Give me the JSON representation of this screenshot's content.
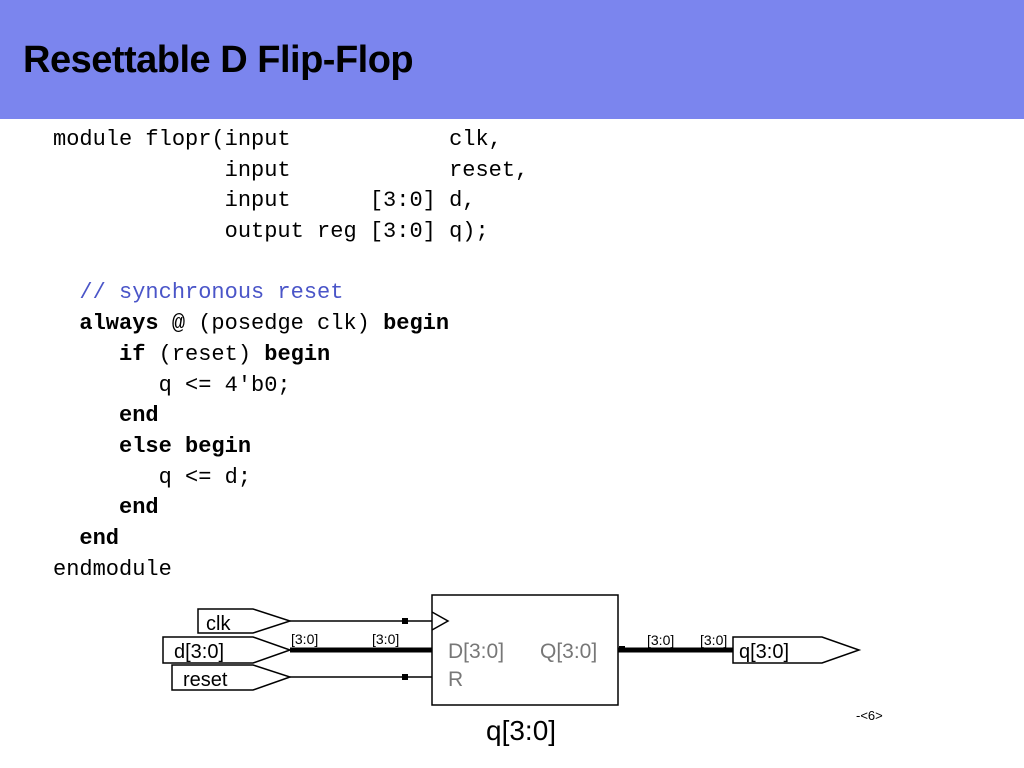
{
  "slide": {
    "title": "Resettable D Flip-Flop",
    "page_number": "-<6>"
  },
  "code": {
    "lines": [
      [
        {
          "t": "module flopr(input            clk,",
          "s": "plain"
        }
      ],
      [
        {
          "t": "             input            reset,",
          "s": "plain"
        }
      ],
      [
        {
          "t": "             input      [3:0] d,",
          "s": "plain"
        }
      ],
      [
        {
          "t": "             output reg [3:0] q);",
          "s": "plain"
        }
      ],
      [
        {
          "t": "",
          "s": "plain"
        }
      ],
      [
        {
          "t": "  // synchronous reset",
          "s": "comment"
        }
      ],
      [
        {
          "t": "  always",
          "s": "keyword"
        },
        {
          "t": " @ (posedge clk) ",
          "s": "plain"
        },
        {
          "t": "begin",
          "s": "keyword"
        }
      ],
      [
        {
          "t": "     if",
          "s": "keyword"
        },
        {
          "t": " (reset) ",
          "s": "plain"
        },
        {
          "t": "begin",
          "s": "keyword"
        }
      ],
      [
        {
          "t": "        q <= 4'b0;",
          "s": "plain"
        }
      ],
      [
        {
          "t": "     end",
          "s": "keyword"
        }
      ],
      [
        {
          "t": "     else begin",
          "s": "keyword"
        }
      ],
      [
        {
          "t": "        q <= d;",
          "s": "plain"
        }
      ],
      [
        {
          "t": "     end",
          "s": "keyword"
        }
      ],
      [
        {
          "t": "  end",
          "s": "keyword"
        }
      ],
      [
        {
          "t": "endmodule",
          "s": "plain"
        }
      ]
    ]
  },
  "diagram": {
    "inputs": {
      "clk": "clk",
      "d": "d[3:0]",
      "reset": "reset"
    },
    "bus_labels": {
      "in_left": "[3:0]",
      "in_right": "[3:0]",
      "out_left": "[3:0]",
      "out_right": "[3:0]"
    },
    "flop": {
      "d_port": "D[3:0]",
      "q_port": "Q[3:0]",
      "r_port": "R",
      "name": "q[3:0]"
    },
    "output": {
      "q": "q[3:0]"
    },
    "colors": {
      "port_text": "#777777",
      "wire": "#000000"
    }
  }
}
